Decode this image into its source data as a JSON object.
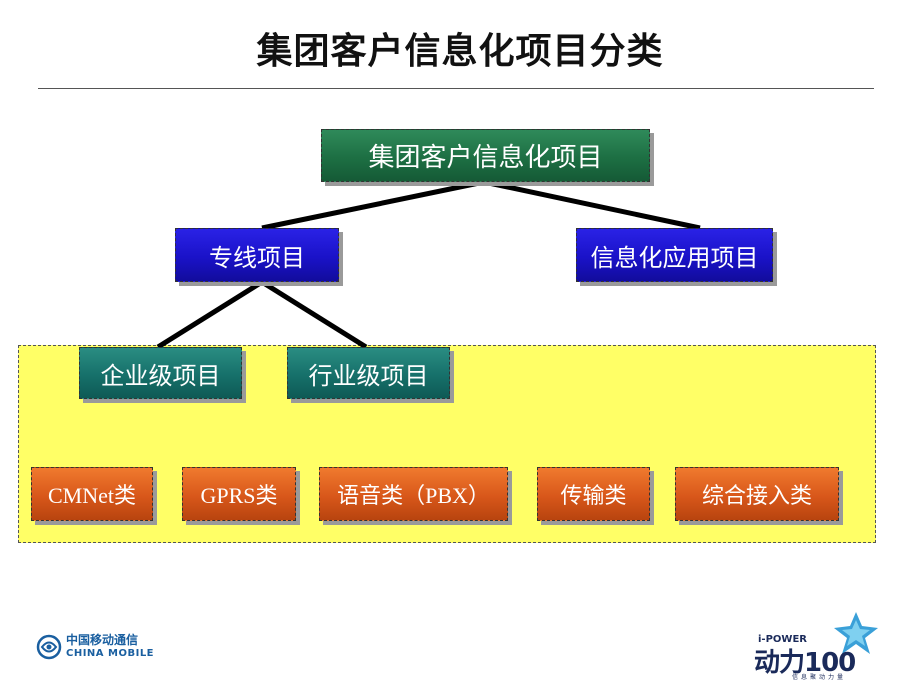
{
  "title": "集团客户信息化项目分类",
  "tree": {
    "root": "集团客户信息化项目",
    "level1": [
      "专线项目",
      "信息化应用项目"
    ],
    "level2": [
      "企业级项目",
      "行业级项目"
    ],
    "categories": [
      "CMNet类",
      "GPRS类",
      "语音类（PBX）",
      "传输类",
      "综合接入类"
    ]
  },
  "footer": {
    "left_logo_cn": "中国移动通信",
    "left_logo_en": "CHINA MOBILE",
    "right_logo_top": "i-POWER",
    "right_logo_brand": "动力100",
    "right_logo_slogan": "信息聚动力量"
  },
  "colors": {
    "root": "#1d6f43",
    "level1": "#1a12c8",
    "level2": "#16706a",
    "category": "#d8571a",
    "panel": "#ffff66"
  }
}
